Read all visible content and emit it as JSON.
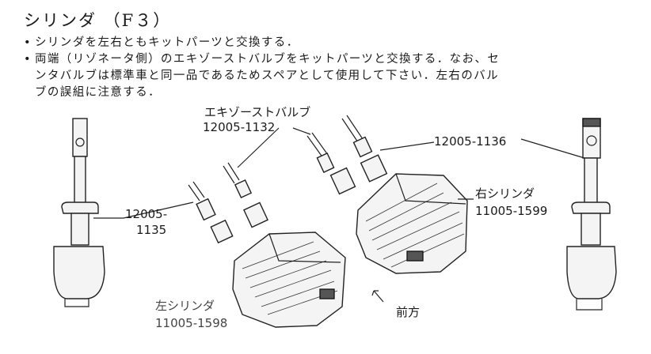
{
  "title": "シリンダ （F３）",
  "bullets": [
    {
      "lines": [
        "シリンダを左右ともキットパーツと交換する．"
      ]
    },
    {
      "lines": [
        "両端（リゾネータ側）のエキゾーストバルブをキットパーツと交換する．なお、セ",
        "ンタバルブは標準車と同一品であるためスペアとして使用して下さい．左右のバル",
        "ブの誤組に注意する．"
      ]
    }
  ],
  "labels": {
    "exhaust_valve_name": "エキゾーストバルブ",
    "part_1132": "12005-1132",
    "part_1136": "12005-1136",
    "part_1135_a": "12005-",
    "part_1135_b": "1135",
    "right_cyl_name": "右シリンダ",
    "right_cyl_no": "11005-1599",
    "left_cyl_name": "左シリンダ",
    "left_cyl_no": "11005-1598",
    "front": "前方"
  }
}
